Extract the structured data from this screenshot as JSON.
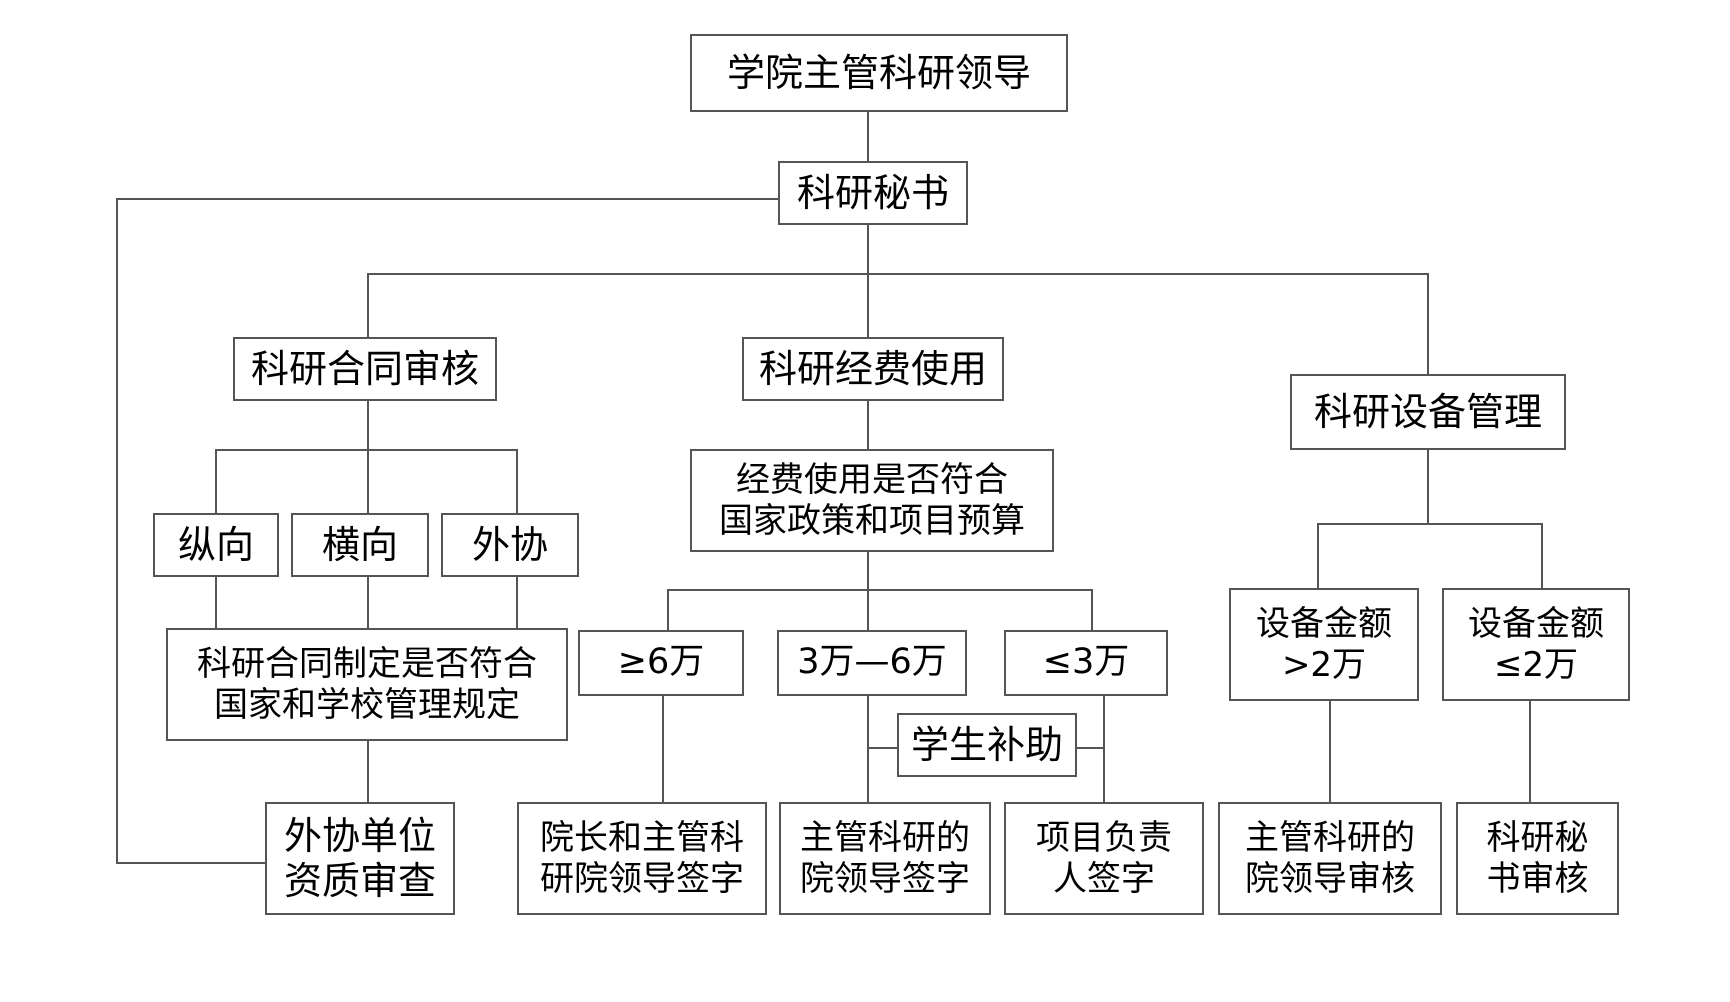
{
  "diagram": {
    "nodes": {
      "leader": {
        "lines": [
          "学院主管科研领导"
        ]
      },
      "secretary": {
        "lines": [
          "科研秘书"
        ]
      },
      "contract_review": {
        "lines": [
          "科研合同审核"
        ]
      },
      "funding_use": {
        "lines": [
          "科研经费使用"
        ]
      },
      "equipment_mgmt": {
        "lines": [
          "科研设备管理"
        ]
      },
      "vertical": {
        "lines": [
          "纵向"
        ]
      },
      "horizontal": {
        "lines": [
          "横向"
        ]
      },
      "external": {
        "lines": [
          "外协"
        ]
      },
      "contract_compliance": {
        "lines": [
          "科研合同制定是否符合",
          "国家和学校管理规定"
        ]
      },
      "external_qualification": {
        "lines": [
          "外协单位",
          "资质审查"
        ]
      },
      "funding_compliance": {
        "lines": [
          "经费使用是否符合",
          "国家政策和项目预算"
        ]
      },
      "over_6w": {
        "lines": [
          "≥6万"
        ]
      },
      "range_3w_6w": {
        "lines": [
          "3万—6万"
        ]
      },
      "under_3w": {
        "lines": [
          "≤3万"
        ]
      },
      "student_subsidy": {
        "lines": [
          "学生补助"
        ]
      },
      "dean_sign": {
        "lines": [
          "院长和主管科",
          "研院领导签字"
        ]
      },
      "research_leader_sign": {
        "lines": [
          "主管科研的",
          "院领导签字"
        ]
      },
      "pi_sign": {
        "lines": [
          "项目负责",
          "人签字"
        ]
      },
      "equip_over_2w": {
        "lines": [
          "设备金额",
          ">2万"
        ]
      },
      "equip_under_2w": {
        "lines": [
          "设备金额",
          "≤2万"
        ]
      },
      "leader_review": {
        "lines": [
          "主管科研的",
          "院领导审核"
        ]
      },
      "secretary_review": {
        "lines": [
          "科研秘",
          "书审核"
        ]
      }
    },
    "line_color": "#555555",
    "box_border_color": "#555555",
    "text_color": "#000000"
  }
}
